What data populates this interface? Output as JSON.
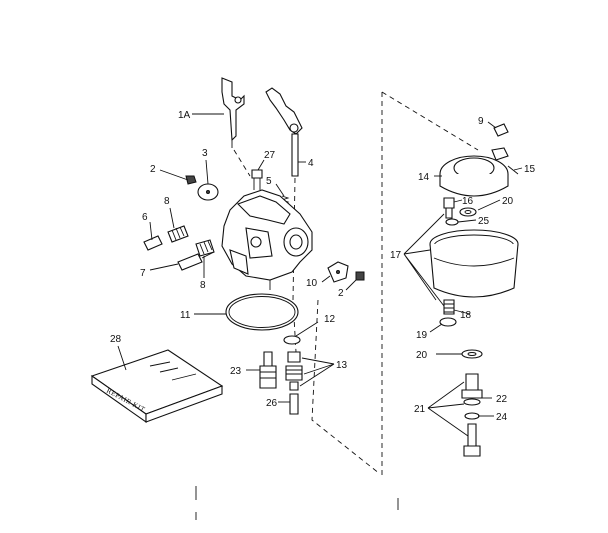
{
  "callouts": {
    "c1a": "1A",
    "c2a": "2",
    "c2b": "2",
    "c3": "3",
    "c4": "4",
    "c5": "5",
    "c6": "6",
    "c7": "7",
    "c8a": "8",
    "c8b": "8",
    "c9": "9",
    "c10": "10",
    "c11": "11",
    "c12": "12",
    "c13": "13",
    "c14": "14",
    "c15": "15",
    "c16": "16",
    "c17": "17",
    "c18": "18",
    "c19": "19",
    "c20a": "20",
    "c20b": "20",
    "c21": "21",
    "c22": "22",
    "c23": "23",
    "c24": "24",
    "c25": "25",
    "c26": "26",
    "c27": "27",
    "c28": "28"
  },
  "repair_kit": {
    "label": "REPAIR KIT"
  }
}
